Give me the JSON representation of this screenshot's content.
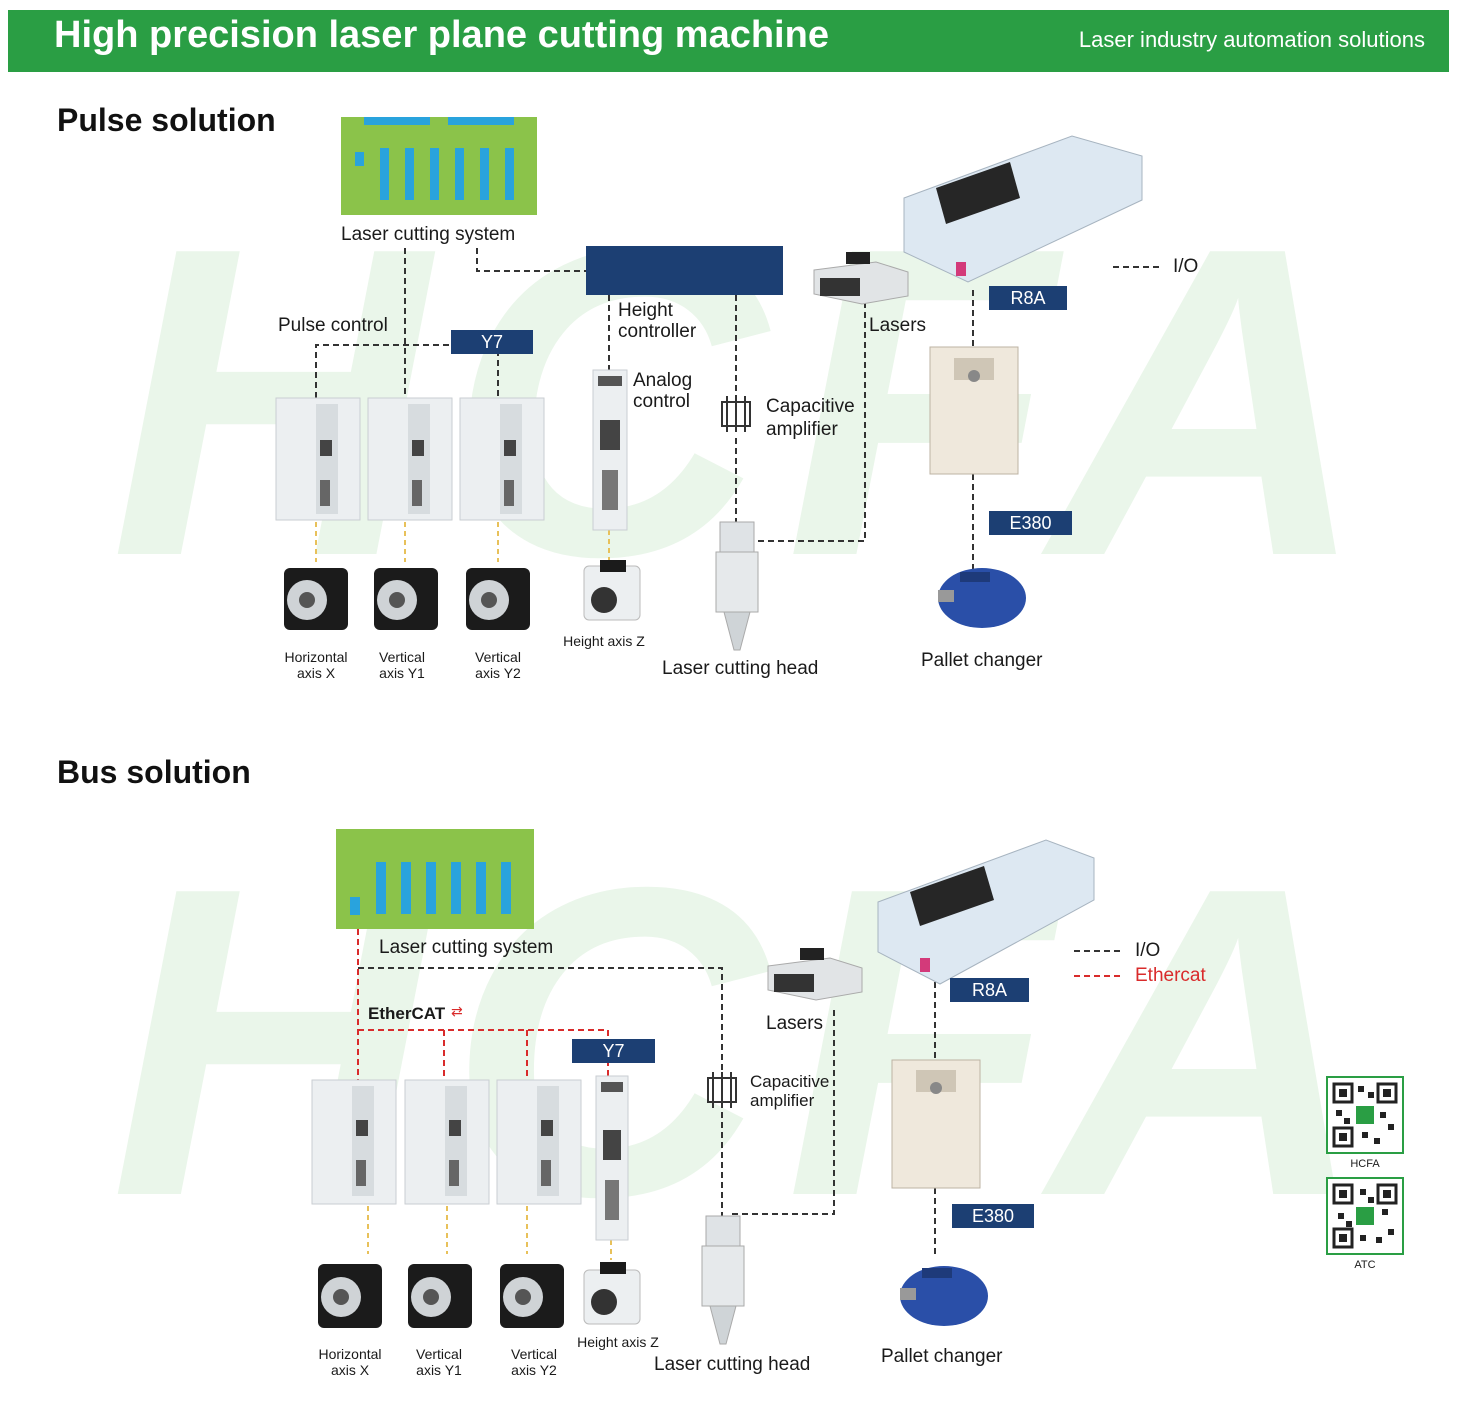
{
  "header": {
    "title": "High precision laser plane cutting machine",
    "subtitle": "Laser industry automation solutions"
  },
  "watermark_text": "HCFA",
  "colors": {
    "brand_green": "#2a9e44",
    "tag_blue": "#1c3f73",
    "panel_green": "#8bc34a",
    "panel_blue": "#29a3dd",
    "io_line": "#333333",
    "ethercat_line": "#d92b2b"
  },
  "pulse": {
    "title": "Pulse solution",
    "laser_system_label": "Laser cutting system",
    "pulse_control_label": "Pulse control",
    "y7_tag": "Y7",
    "height_controller_label": [
      "Height",
      "controller"
    ],
    "analog_control_label": [
      "Analog",
      "control"
    ],
    "capacitive_label": [
      "Capacitive",
      "amplifier"
    ],
    "lasers_label": "Lasers",
    "r8a_tag": "R8A",
    "e380_tag": "E380",
    "io_legend": "I/O",
    "axes": [
      {
        "line1": "Horizontal",
        "line2": "axis X"
      },
      {
        "line1": "Vertical",
        "line2": "axis Y1"
      },
      {
        "line1": "Vertical",
        "line2": "axis Y2"
      }
    ],
    "height_axis_label": "Height axis Z",
    "cutting_head_label": "Laser cutting head",
    "pallet_label": "Pallet changer"
  },
  "bus": {
    "title": "Bus solution",
    "laser_system_label": "Laser cutting system",
    "ethercat_logo": "EtherCAT",
    "y7_tag": "Y7",
    "capacitive_label": [
      "Capacitive",
      "amplifier"
    ],
    "lasers_label": "Lasers",
    "r8a_tag": "R8A",
    "e380_tag": "E380",
    "io_legend": "I/O",
    "ethercat_legend": "Ethercat",
    "axes": [
      {
        "line1": "Horizontal",
        "line2": "axis X"
      },
      {
        "line1": "Vertical",
        "line2": "axis Y1"
      },
      {
        "line1": "Vertical",
        "line2": "axis Y2"
      }
    ],
    "height_axis_label": "Height axis Z",
    "cutting_head_label": "Laser cutting head",
    "pallet_label": "Pallet changer"
  },
  "qr_codes": [
    {
      "label": "HCFA"
    },
    {
      "label": "ATC"
    }
  ]
}
